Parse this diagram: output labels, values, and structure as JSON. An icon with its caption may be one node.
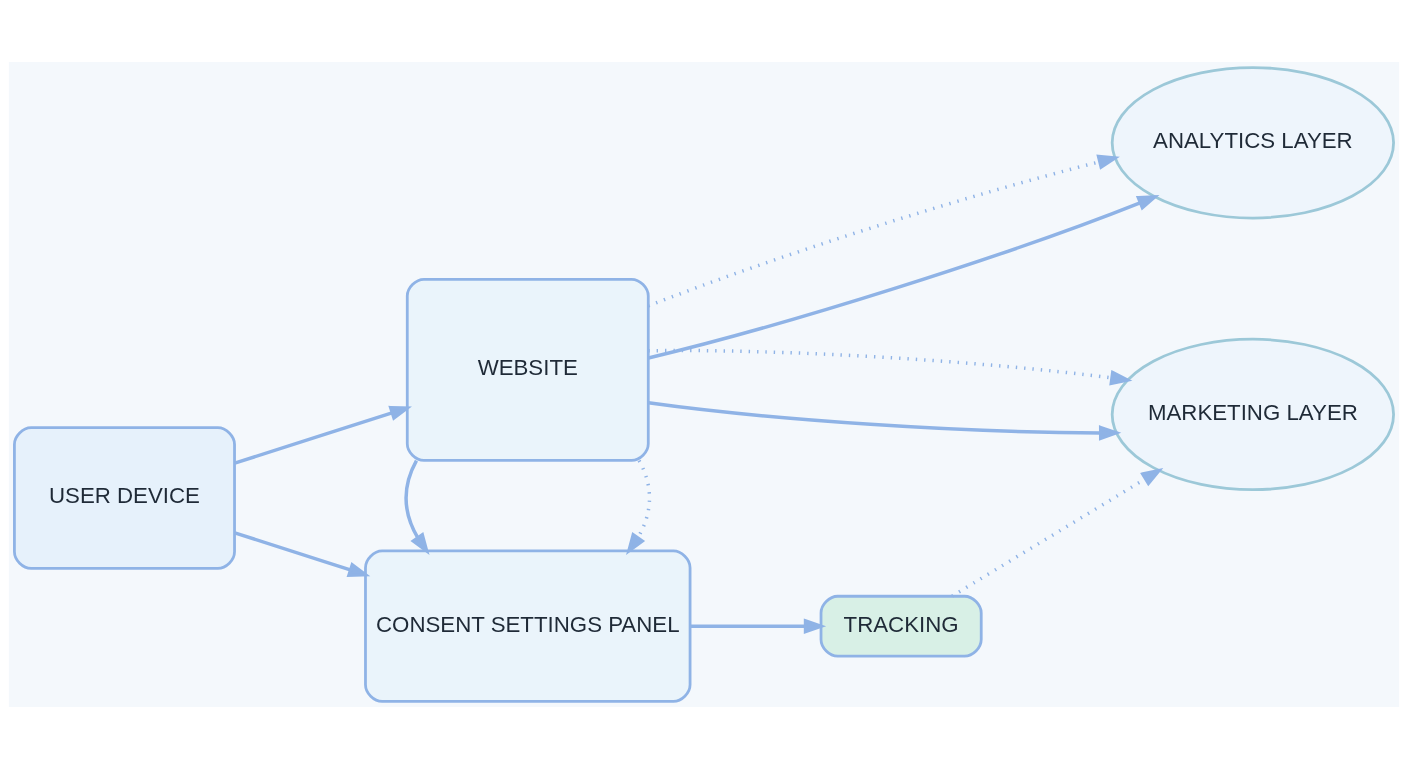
{
  "diagram": {
    "nodes": [
      {
        "text": [
          "USER DEVICE"
        ]
      },
      {
        "text": [
          "WEBSITE"
        ]
      },
      {
        "text": [
          "CONSENT SETTINGS PANEL"
        ]
      },
      {
        "text": [
          "TRACKING"
        ]
      },
      {
        "text": [
          "ANALYTICS LAYER"
        ]
      },
      {
        "text": [
          "MARKETING LAYER"
        ]
      }
    ],
    "edges": [
      {
        "from": 0,
        "to": 1,
        "arrow": "to"
      },
      {
        "from": 0,
        "to": 2,
        "arrow": "to"
      },
      {
        "from": 1,
        "to": 2,
        "arrow": "to",
        "style": "dashed"
      },
      {
        "from": 1,
        "to": 2,
        "arrow": "to"
      },
      {
        "from": 1,
        "to": 4,
        "arrow": "to"
      },
      {
        "from": 1,
        "to": 4,
        "arrow": "to",
        "style": "dashed"
      },
      {
        "from": 1,
        "to": 5,
        "arrow": "to"
      },
      {
        "from": 1,
        "to": 5,
        "arrow": "to",
        "style": "dashed"
      },
      {
        "from": 2,
        "to": 3,
        "arrow": "to"
      },
      {
        "from": 3,
        "to": 5,
        "arrow": "to",
        "style": "dashed"
      }
    ]
  }
}
